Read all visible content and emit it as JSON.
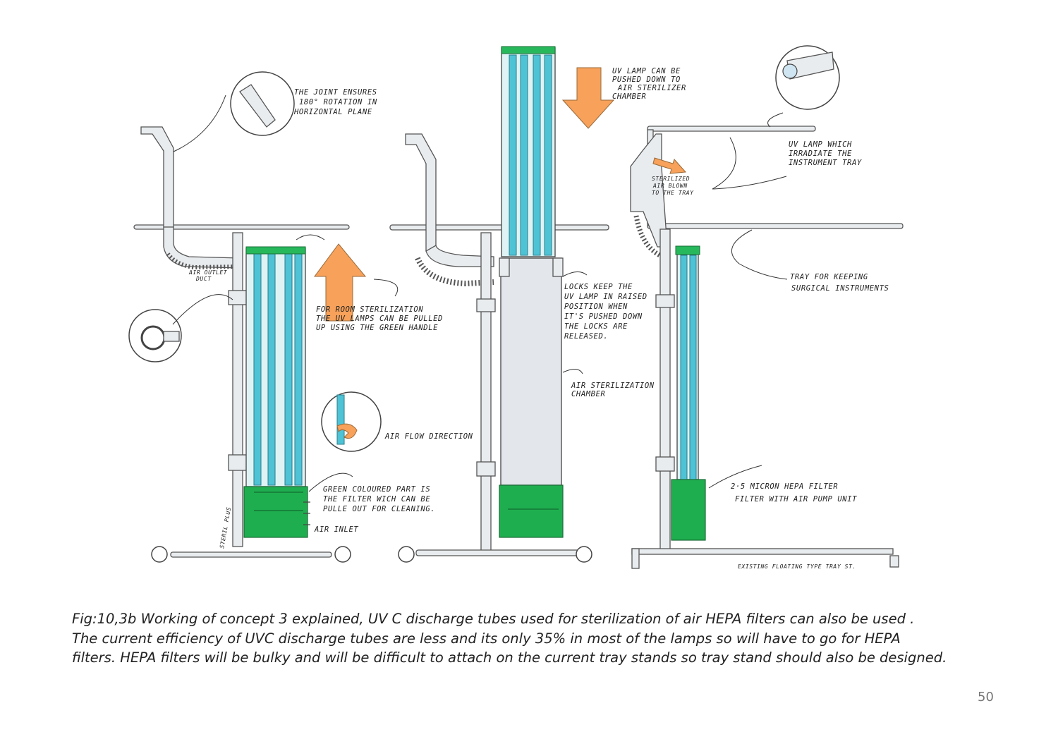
{
  "labels": {
    "joint": [
      "THE JOINT ENSURES",
      "180° ROTATION IN",
      "HORIZONTAL PLANE"
    ],
    "air_outlet": [
      "AIR OUTLET",
      "DUCT"
    ],
    "room_sterilization": [
      "FOR ROOM STERILIZATION",
      "THE UV LAMPS CAN BE PULLED",
      "UP USING THE GREEN HANDLE"
    ],
    "air_flow": "AIR FLOW DIRECTION",
    "green_part": [
      "GREEN COLOURED PART IS",
      "THE FILTER WICH CAN BE",
      "PULLE OUT FOR CLEANING."
    ],
    "air_inlet": "AIR INLET",
    "brand": "STERIL PLUS",
    "uv_push": [
      "UV LAMP CAN BE",
      "PUSHED DOWN TO",
      "AIR STERILIZER",
      "CHAMBER"
    ],
    "locks": [
      "LOCKS KEEP THE",
      "UV LAMP IN RAISED",
      "POSITION WHEN",
      "IT'S PUSHED DOWN",
      "THE LOCKS ARE",
      "RELEASED."
    ],
    "chamber": [
      "AIR STERILIZATION",
      "CHAMBER"
    ],
    "uv_tray": [
      "UV LAMP WHICH",
      "IRRADIATE THE",
      "INSTRUMENT TRAY"
    ],
    "sterilized_air": [
      "STERILIZED",
      "AIR BLOWN",
      "TO THE TRAY"
    ],
    "tray": [
      "TRAY FOR KEEPING",
      "SURGICAL INSTRUMENTS"
    ],
    "hepa": [
      "2·5 MICRON HEPA FILTER",
      "FILTER WITH AIR PUMP UNIT"
    ],
    "existing_tray": "EXISTING FLOATING TYPE TRAY ST."
  },
  "caption": [
    "Fig:10,3b  Working of concept  3 explained, UV C  discharge tubes used for  sterilization of air HEPA filters can also be used .",
    "The current efficiency of UVC discharge tubes are less and its only 35% in most of the lamps so will have to go for HEPA",
    "filters. HEPA filters will be bulky and will be difficult to attach on the  current tray stands so tray stand should also be designed."
  ],
  "page_number": "50",
  "colors": {
    "uv_tube": "#4fc3d6",
    "filter_green": "#1fae4f",
    "arrow_orange": "#f7a15a"
  }
}
